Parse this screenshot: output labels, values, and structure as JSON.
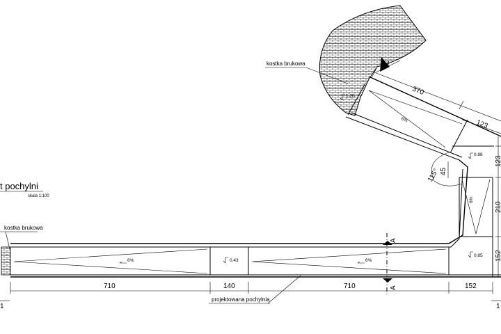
{
  "title": "t pochylni",
  "scale": "skala 1:100",
  "labels": {
    "paving_left": "kostka brukowa",
    "paving_top": "kostka brukowa",
    "projected_ramp": "projektowana pochylnia",
    "marker_3": "3"
  },
  "slopes": {
    "ramp1": "6%",
    "ramp2": "6%",
    "ramp_vertical": "6%",
    "ramp_diagonal": "6%"
  },
  "levels": {
    "landing1": "0.43",
    "landing_corner": "0.85",
    "landing_mid": "0.98",
    "top": "1.20"
  },
  "dimensions": {
    "run1": "710",
    "landing1": "140",
    "run2": "710",
    "corner": "152",
    "right_bottom": "152",
    "right_mid": "210",
    "right_top": "123",
    "diag_long": "370",
    "diag_short": "123",
    "small_45": "45",
    "angle": "115°"
  },
  "section": {
    "mark_top": "A",
    "mark_bottom": "A",
    "left_end": "1",
    "right_end": "1"
  }
}
